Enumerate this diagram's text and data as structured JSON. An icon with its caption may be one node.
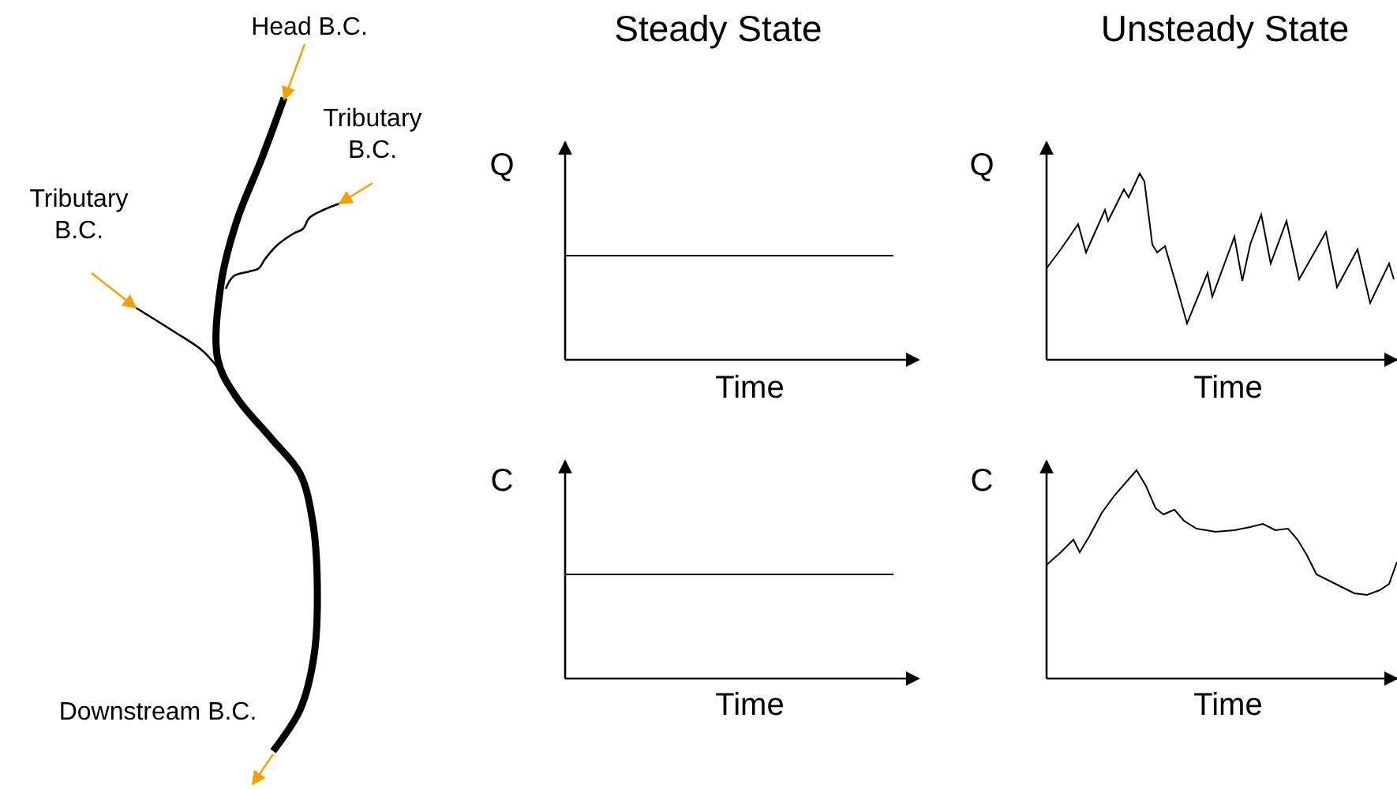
{
  "diagram": {
    "nodes": [
      {
        "text": [
          "Head B.C."
        ]
      },
      {
        "text": [
          "Tributary B.C."
        ]
      },
      {
        "text": [
          "Tributary B.C."
        ]
      },
      {
        "text": [
          "Downstream B.C."
        ]
      },
      {
        "text": [],
        "shape": "picture"
      }
    ],
    "edges": [
      {
        "from": 0,
        "to": 4,
        "arrow": "to",
        "color": "#f5a000"
      },
      {
        "from": 1,
        "to": 4,
        "arrow": "to",
        "color": "#f5a000"
      },
      {
        "from": 2,
        "to": 4,
        "arrow": "to",
        "color": "#f5a000"
      },
      {
        "from": 4,
        "to": null,
        "arrow": "to",
        "color": "#f5a000"
      }
    ],
    "labels": [
      "Steady State",
      "Unsteady State",
      "Q",
      "Q",
      "Time",
      "Time",
      "C",
      "C",
      "Time",
      "Time"
    ]
  }
}
